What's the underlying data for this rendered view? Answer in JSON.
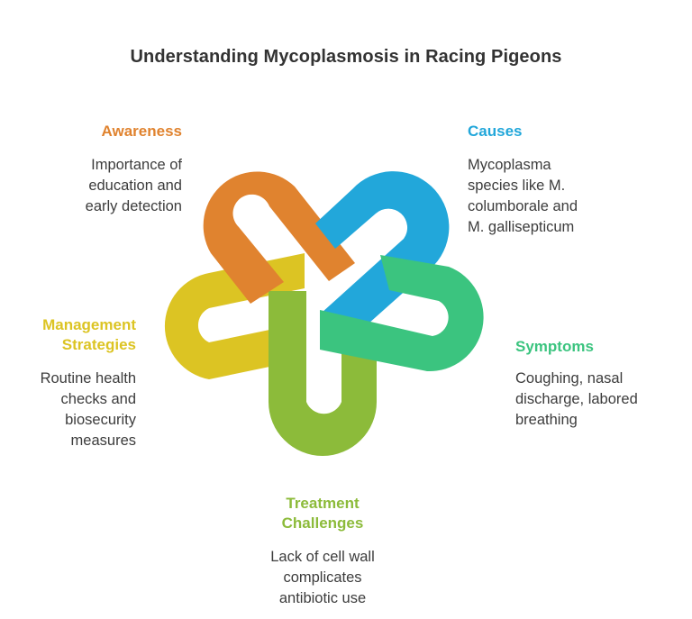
{
  "title": "Understanding Mycoplasmosis in Racing Pigeons",
  "colors": {
    "awareness": "#E0832F",
    "causes": "#22A7DA",
    "symptoms": "#3BC47F",
    "treatment": "#8CBB3A",
    "management": "#DCC423"
  },
  "sections": {
    "awareness": {
      "label": "Awareness",
      "lines": [
        "Importance of",
        "education and",
        "early detection"
      ]
    },
    "causes": {
      "label": "Causes",
      "lines": [
        "Mycoplasma",
        "species like M.",
        "columborale and",
        "M. gallisepticum"
      ]
    },
    "symptoms": {
      "label": "Symptoms",
      "lines": [
        "Coughing, nasal",
        "discharge, labored",
        "breathing"
      ]
    },
    "treatment": {
      "label_lines": [
        "Treatment",
        "Challenges"
      ],
      "lines": [
        "Lack of cell wall",
        "complicates",
        "antibiotic use"
      ]
    },
    "management": {
      "label_lines": [
        "Management",
        "Strategies"
      ],
      "lines": [
        "Routine health",
        "checks and",
        "biosecurity",
        "measures"
      ]
    }
  }
}
